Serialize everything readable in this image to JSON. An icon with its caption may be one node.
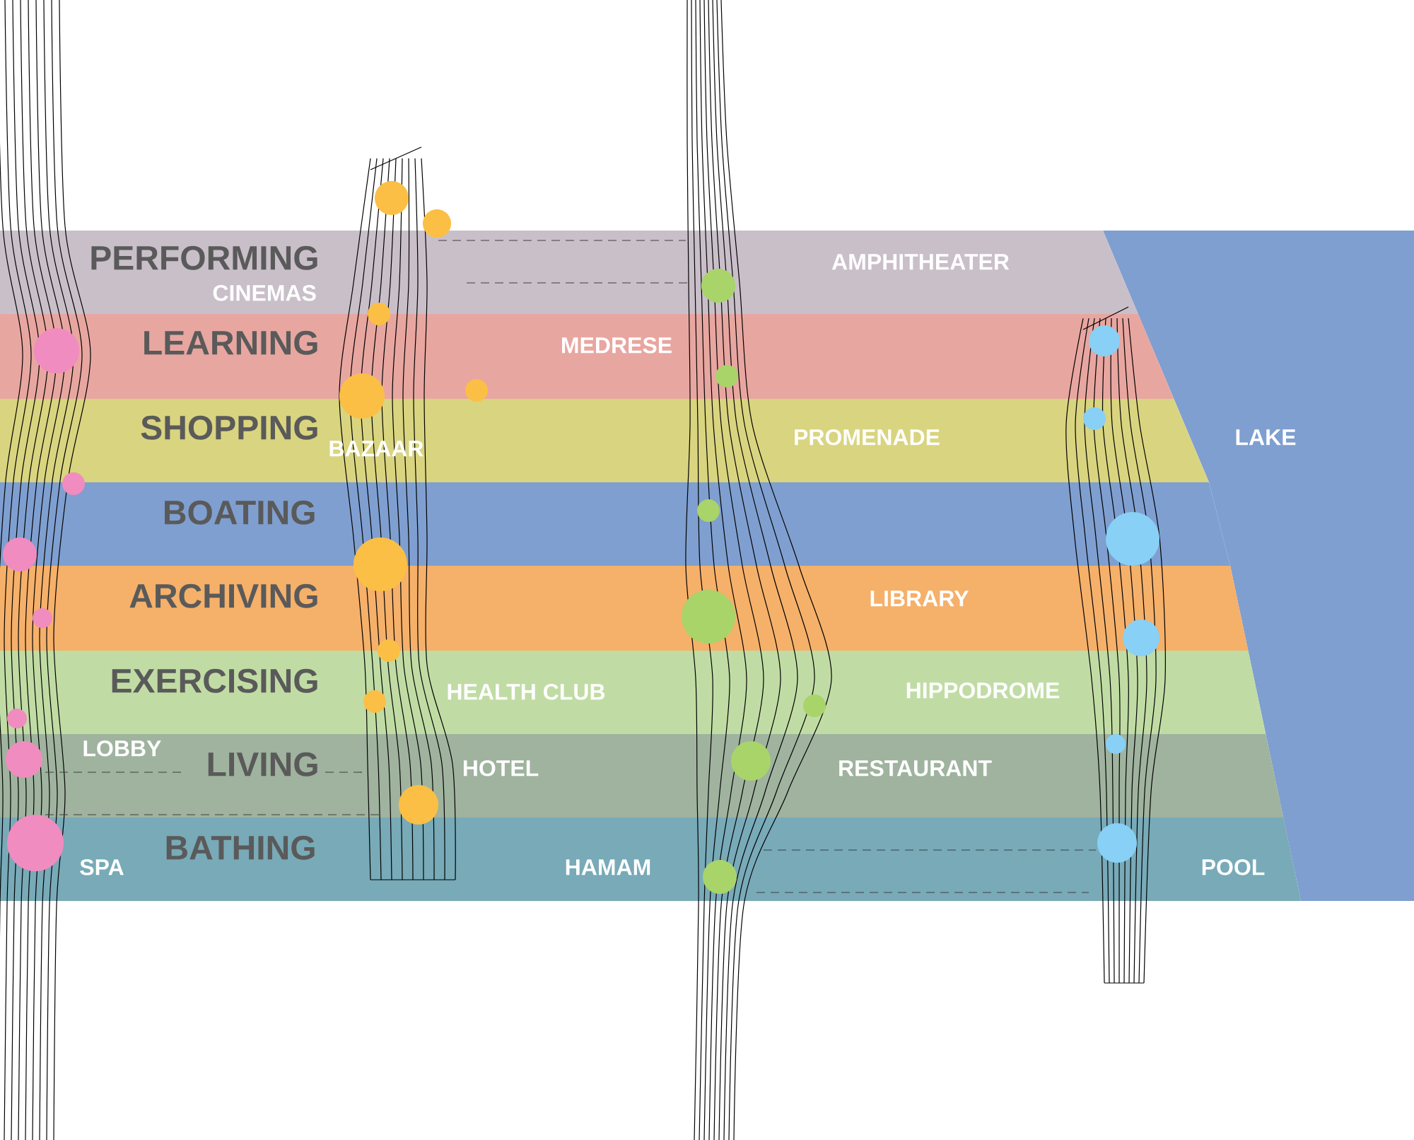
{
  "diagram": {
    "nodes": [
      {
        "text": [
          "PERFORMING",
          "CINEMAS",
          "AMPHITHEATER"
        ]
      },
      {
        "text": [
          "LEARNING",
          "MEDRESE"
        ]
      },
      {
        "text": [
          "SHOPPING",
          "BAZAAR",
          "PROMENADE"
        ]
      },
      {
        "text": [
          "BOATING"
        ]
      },
      {
        "text": [
          "ARCHIVING",
          "LIBRARY"
        ]
      },
      {
        "text": [
          "EXERCISING",
          "HEALTH CLUB",
          "HIPPODROME"
        ]
      },
      {
        "text": [
          "LOBBY",
          "LIVING",
          "HOTEL",
          "RESTAURANT"
        ]
      },
      {
        "text": [
          "SPA",
          "BATHING",
          "HAMAM",
          "POOL"
        ]
      },
      {
        "text": [
          "LAKE"
        ]
      }
    ]
  }
}
